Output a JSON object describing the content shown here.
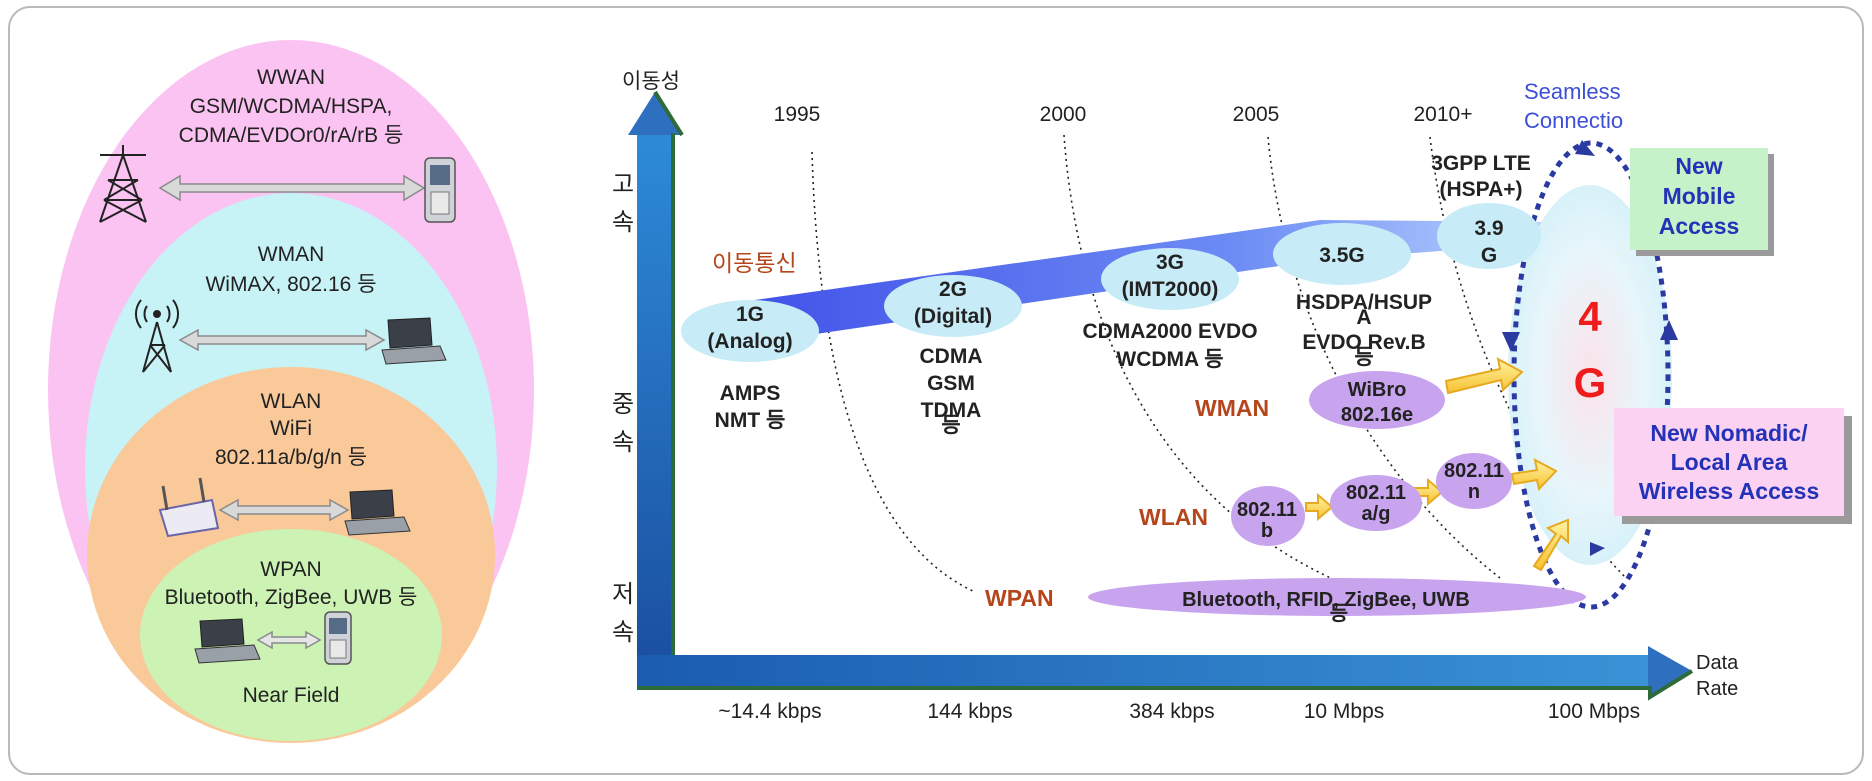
{
  "left_panel": {
    "wwan": {
      "title": "WWAN",
      "line1": "GSM/WCDMA/HSPA,",
      "line2": "CDMA/EVDOr0/rA/rB 등"
    },
    "wman": {
      "title": "WMAN",
      "line1": "WiMAX, 802.16 등"
    },
    "wlan": {
      "title": "WLAN",
      "line1": "WiFi",
      "line2": "802.11a/b/g/n 등"
    },
    "wpan": {
      "title": "WPAN",
      "line1": "Bluetooth, ZigBee, UWB 등"
    },
    "near_field": "Near Field"
  },
  "axes": {
    "y_label": "이동성",
    "y_high": [
      "고",
      "속"
    ],
    "y_mid": [
      "중",
      "속"
    ],
    "y_low": [
      "저",
      "속"
    ],
    "x_label": [
      "Data",
      "Rate"
    ],
    "x_ticks": [
      "~14.4 kbps",
      "144 kbps",
      "384 kbps",
      "10 Mbps",
      "100 Mbps"
    ],
    "years": [
      "1995",
      "2000",
      "2005",
      "2010+"
    ]
  },
  "mobile": {
    "label": "이동통신",
    "g1": [
      "1G",
      "(Analog)"
    ],
    "g1_note": [
      "AMPS",
      "NMT 등"
    ],
    "g2": [
      "2G",
      "(Digital)"
    ],
    "g2_note": [
      "CDMA",
      "GSM",
      "TDMA",
      "등"
    ],
    "g3": [
      "3G",
      "(IMT2000)"
    ],
    "g3_note": [
      "CDMA2000 EVDO",
      "WCDMA 등"
    ],
    "g35": "3.5G",
    "g35_note": [
      "HSDPA/HSUP",
      "A",
      "EVDO Rev.B",
      "등"
    ],
    "g39": [
      "3.9",
      "G"
    ],
    "lte": [
      "3GPP LTE",
      "(HSPA+)"
    ]
  },
  "wman_row": {
    "label": "WMAN",
    "bubble": [
      "WiBro",
      "802.16e"
    ]
  },
  "wlan_row": {
    "label": "WLAN",
    "b": [
      "802.11",
      "b"
    ],
    "ag": [
      "802.11",
      "a/g"
    ],
    "n": [
      "802.11",
      "n"
    ]
  },
  "wpan_row": {
    "label": "WPAN",
    "bubble": "Bluetooth, RFID, ZigBee, UWB",
    "suffix": "등"
  },
  "seamless": [
    "Seamless",
    "Connectio"
  ],
  "four_g": [
    "4",
    "G"
  ],
  "new_mobile": [
    "New",
    "Mobile",
    "Access"
  ],
  "new_nomadic": [
    "New Nomadic/",
    "Local Area",
    "Wireless Access"
  ]
}
